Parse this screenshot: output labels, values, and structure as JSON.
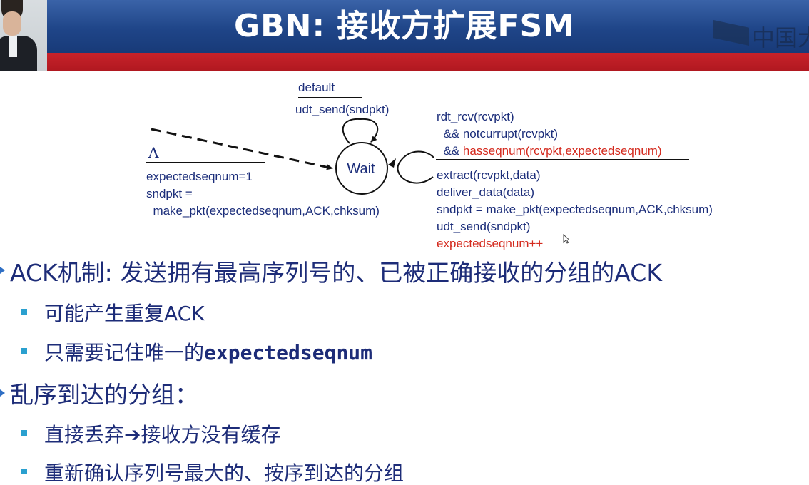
{
  "header": {
    "title": "GBN: 接收方扩展FSM",
    "logo_text": "中国大"
  },
  "fsm": {
    "state": "Wait",
    "self_loop_top": {
      "event": "default",
      "action": "udt_send(sndpkt)"
    },
    "initial": {
      "event": "Λ",
      "actions": [
        "expectedseqnum=1",
        "sndpkt =",
        "  make_pkt(expectedseqnum,ACK,chksum)"
      ]
    },
    "self_loop_right": {
      "event_lines": [
        "rdt_rcv(rcvpkt)",
        "  && notcurrupt(rcvpkt)",
        "  && "
      ],
      "event_highlight": "hasseqnum(rcvpkt,expectedseqnum)",
      "actions": [
        "extract(rcvpkt,data)",
        "deliver_data(data)",
        "sndpkt = make_pkt(expectedseqnum,ACK,chksum)",
        "udt_send(sndpkt)"
      ],
      "action_highlight": "expectedseqnum++"
    }
  },
  "bullets": {
    "ack": {
      "text": "ACK机制: 发送拥有最高序列号的、已被正确接收的分组的ACK",
      "sub": [
        {
          "text": "可能产生重复ACK",
          "mono": ""
        },
        {
          "text": "只需要记住唯一的",
          "mono": "expectedseqnum"
        }
      ]
    },
    "ooo": {
      "text": "乱序到达的分组：",
      "sub": [
        {
          "before": "直接丢弃",
          "arrow": "➔",
          "after": "接收方没有缓存"
        },
        {
          "text": "重新确认序列号最大的、按序到达的分组"
        }
      ]
    }
  },
  "colors": {
    "header_blue": "#1f4588",
    "header_red": "#b01820",
    "text_blue": "#1b2d7a",
    "highlight_red": "#d42a1e",
    "bullet_cyan": "#2aa0cf"
  }
}
